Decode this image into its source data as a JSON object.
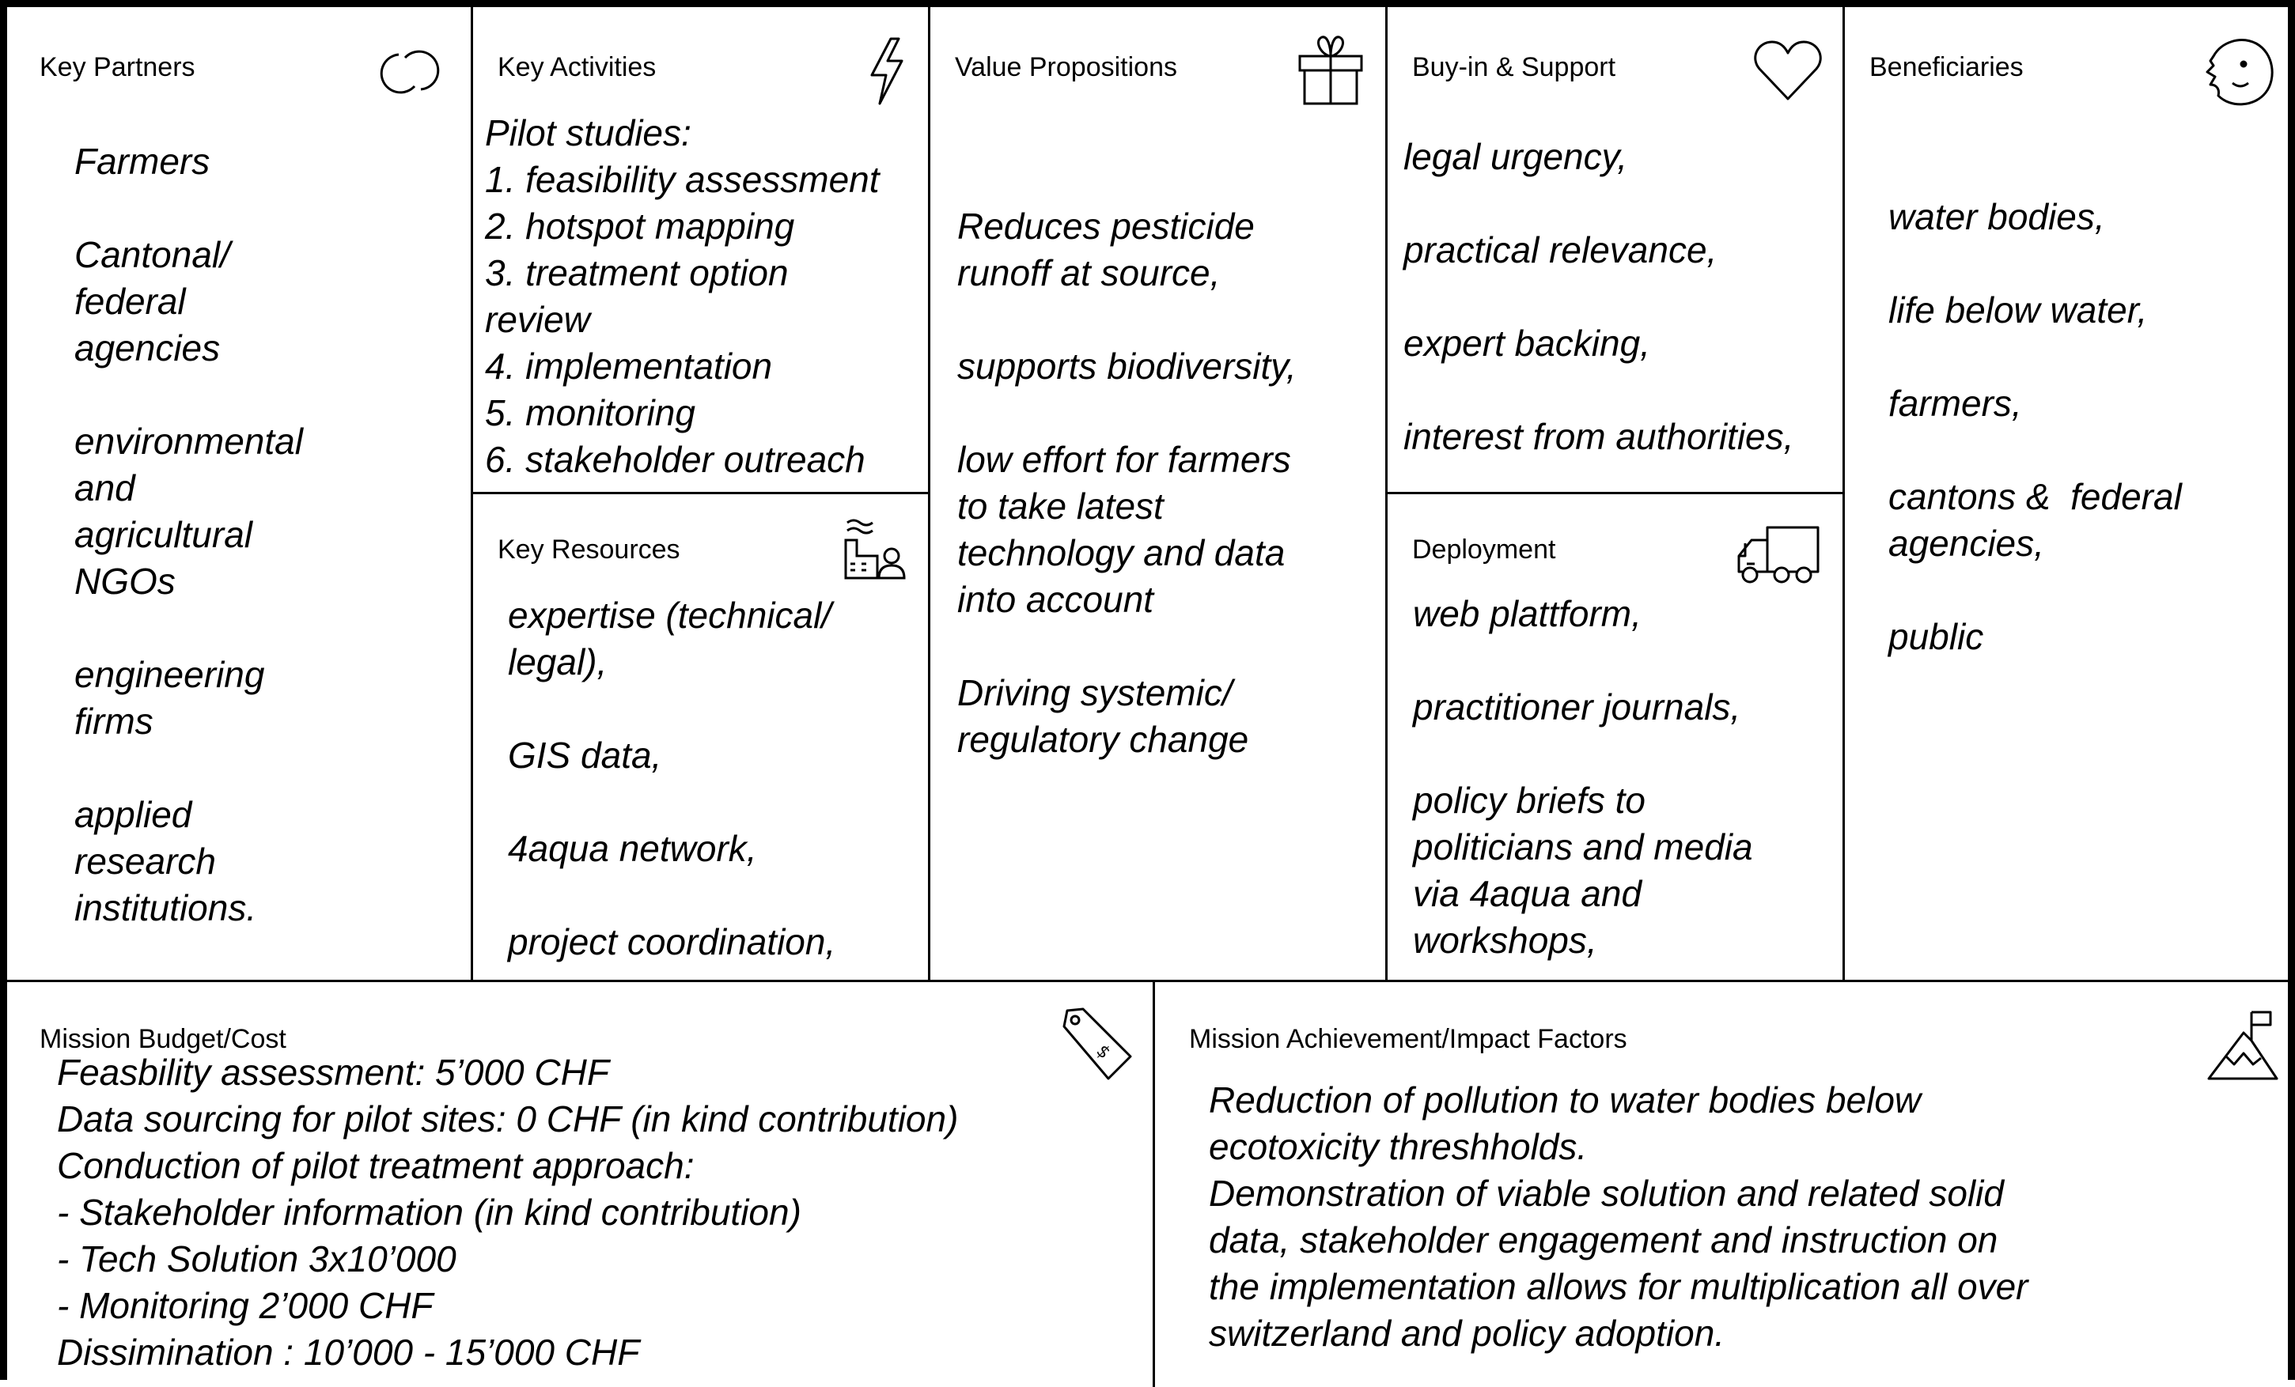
{
  "canvas": {
    "key_partners": {
      "label": "Key Partners",
      "icon": "interlocking-rings-icon",
      "items": [
        [
          "Farmers"
        ],
        [
          "Cantonal/",
          "federal",
          "agencies"
        ],
        [
          "environmental",
          "and",
          "agricultural",
          "NGOs"
        ],
        [
          "engineering",
          "firms"
        ],
        [
          "applied",
          "research",
          "institutions."
        ]
      ]
    },
    "key_activities": {
      "label": "Key Activities",
      "icon": "lightning-bolt-icon",
      "lines": [
        "Pilot studies:",
        "1. feasibility assessment",
        "2. hotspot mapping",
        "3. treatment option",
        "review",
        "4. implementation",
        "5. monitoring",
        "6. stakeholder outreach"
      ]
    },
    "key_resources": {
      "label": "Key Resources",
      "icon": "factory-worker-icon",
      "items": [
        [
          "expertise (technical/",
          "legal),"
        ],
        [
          "GIS data,"
        ],
        [
          "4aqua network,"
        ],
        [
          "project coordination,"
        ]
      ]
    },
    "value_propositions": {
      "label": "Value Propositions",
      "icon": "gift-icon",
      "items": [
        [
          "Reduces pesticide",
          "runoff at source,"
        ],
        [
          "supports biodiversity,"
        ],
        [
          "low effort for farmers",
          "to take latest",
          "technology and data",
          "into account"
        ],
        [
          "Driving systemic/",
          "regulatory change"
        ]
      ]
    },
    "buy_in_support": {
      "label": "Buy-in & Support",
      "icon": "heart-icon",
      "items": [
        [
          "legal urgency,"
        ],
        [
          "practical relevance,"
        ],
        [
          "expert backing,"
        ],
        [
          "interest from authorities,"
        ]
      ]
    },
    "deployment": {
      "label": "Deployment",
      "icon": "delivery-truck-icon",
      "items": [
        [
          "web plattform,"
        ],
        [
          "practitioner journals,"
        ],
        [
          "policy briefs to",
          "politicians and media",
          "via 4aqua and",
          "workshops,"
        ]
      ]
    },
    "beneficiaries": {
      "label": "Beneficiaries",
      "icon": "smiling-face-icon",
      "items": [
        [
          "water bodies,"
        ],
        [
          "life below water,"
        ],
        [
          "farmers,"
        ],
        [
          "cantons &  federal",
          "agencies,"
        ],
        [
          "public"
        ]
      ]
    },
    "mission_budget": {
      "label": "Mission Budget/Cost",
      "icon": "price-tag-icon",
      "lines": [
        "Feasbility assessment: 5’000 CHF",
        "Data sourcing for pilot sites: 0 CHF (in kind contribution)",
        "Conduction of pilot treatment approach:",
        "- Stakeholder information (in kind contribution)",
        "- Tech Solution 3x10’000",
        "- Monitoring 2’000 CHF",
        "Dissimination : 10’000 - 15’000 CHF"
      ]
    },
    "mission_achievement": {
      "label": "Mission Achievement/Impact Factors",
      "icon": "mountain-flag-icon",
      "lines": [
        "Reduction of pollution to water bodies below",
        "ecotoxicity threshholds.",
        "Demonstration of viable solution and related solid",
        "data, stakeholder engagement and instruction on",
        "the implementation allows for multiplication all over",
        "switzerland and policy adoption."
      ]
    }
  }
}
